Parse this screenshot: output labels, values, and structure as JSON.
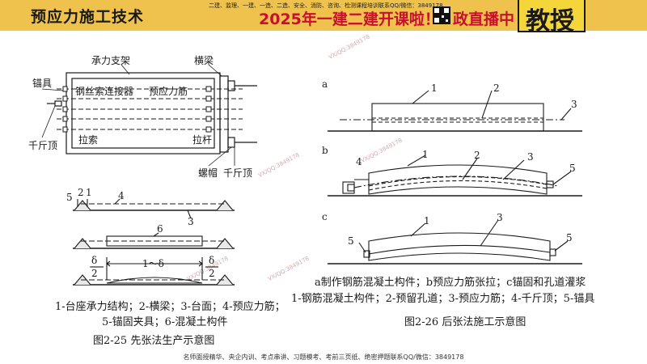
{
  "header": {
    "title": "预应力施工技术",
    "top_small": "二建、监理、一建、一造、二造、安全、消防、咨询、检测课程培训联系QQ/微信：3849178",
    "promo": "2025年一建二建开课啦！",
    "promo_b": "政直播中",
    "badge": "教授"
  },
  "footer": "名师面授精华、央企内训、考点串讲、习题模考、考前三页纸、绝密押题联系QQ/微信：3849178",
  "watermark": "VX/QQ:3849178",
  "fig25": {
    "top": {
      "support": "承力支架",
      "beam": "横梁",
      "anchor": "锚具",
      "connector": "钢丝索连接器",
      "tendon": "预应力筋",
      "jack": "千斤顶",
      "cable": "拉索",
      "rod": "拉杆",
      "nut": "螺帽",
      "jack2": "千斤顶"
    },
    "n1": "1",
    "n2": "2",
    "n4": "4",
    "n5": "5",
    "n3": "3",
    "n6": "6",
    "range": "1～δ",
    "delta": "δ",
    "two": "2",
    "legend1": "1-台座承力结构；2-横梁；3-台面；4-预应力筋；",
    "legend2": "5-锚固夹具；6-混凝土构件",
    "caption": "图2-25  先张法生产示意图"
  },
  "fig26": {
    "a": "a",
    "b": "b",
    "c": "c",
    "na1": "1",
    "na2": "2",
    "na3": "3",
    "nb1": "1",
    "nb2": "2",
    "nb3": "3",
    "nb4": "4",
    "nb5": "5",
    "nc1": "1",
    "nc3": "3",
    "nc5a": "5",
    "nc5b": "5",
    "legend1": "a制作钢筋混凝土构件；b预应力筋张拉；c锚固和孔道灌浆",
    "legend2": "1-钢筋混凝土构件；2-预留孔道；3-预应力筋；4-千斤顶；5-锚具",
    "caption": "图2-26  后张法施工示意图"
  }
}
